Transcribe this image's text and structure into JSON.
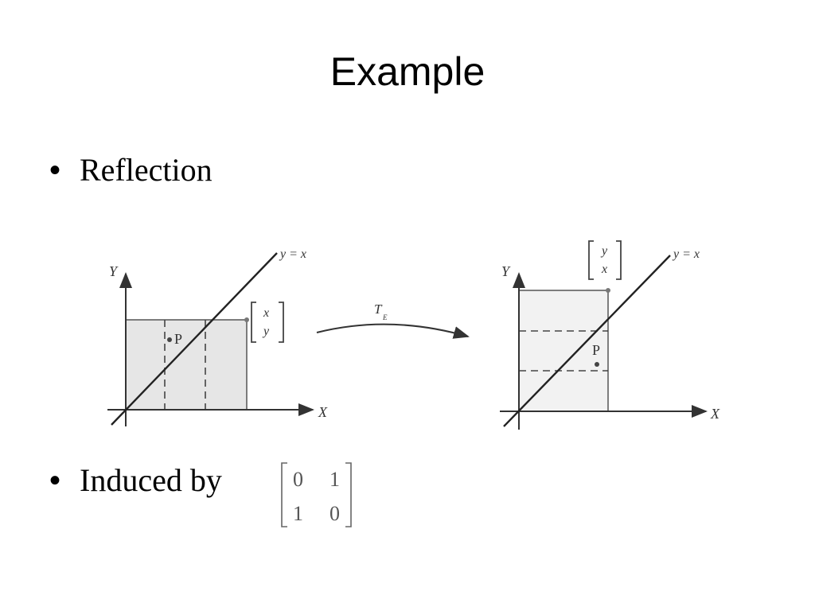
{
  "slide": {
    "title": "Example",
    "bullets": [
      {
        "text": "Reflection"
      },
      {
        "text": "Induced by"
      }
    ]
  },
  "figure_left": {
    "y_axis_label": "Y",
    "x_axis_label": "X",
    "line_label": "y = x",
    "point_label": "P",
    "vector_top": "x",
    "vector_bottom": "y"
  },
  "transform_label": {
    "main": "T",
    "subscript": "E"
  },
  "figure_right": {
    "y_axis_label": "Y",
    "x_axis_label": "X",
    "line_label": "y = x",
    "point_label": "P",
    "vector_top": "y",
    "vector_bottom": "x"
  },
  "matrix": {
    "rows": [
      [
        "0",
        "1"
      ],
      [
        "1",
        "0"
      ]
    ]
  }
}
